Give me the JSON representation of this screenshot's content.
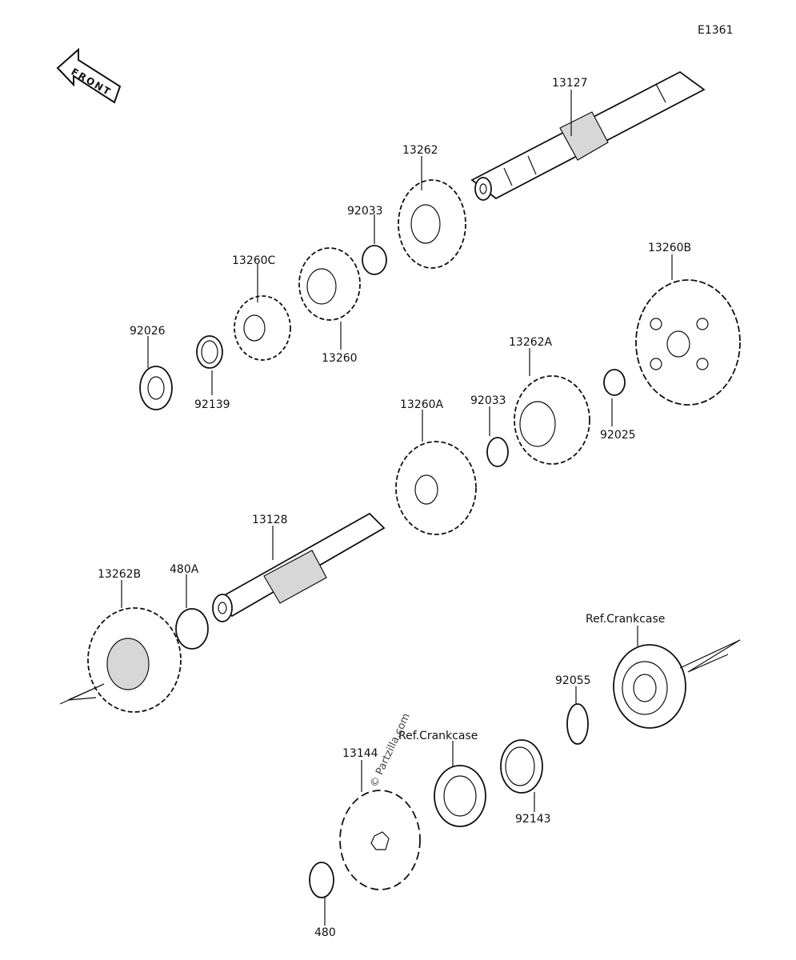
{
  "diagram": {
    "code": "E1361",
    "front_label": "FRONT",
    "watermark": "© Partzilla.com",
    "parts": [
      {
        "id": "p13127",
        "number": "13127"
      },
      {
        "id": "p13262",
        "number": "13262"
      },
      {
        "id": "p92033a",
        "number": "92033"
      },
      {
        "id": "p13260C",
        "number": "13260C"
      },
      {
        "id": "p13260",
        "number": "13260"
      },
      {
        "id": "p92026",
        "number": "92026"
      },
      {
        "id": "p92139",
        "number": "92139"
      },
      {
        "id": "p13260B",
        "number": "13260B"
      },
      {
        "id": "p13262A",
        "number": "13262A"
      },
      {
        "id": "p92033b",
        "number": "92033"
      },
      {
        "id": "p13260A",
        "number": "13260A"
      },
      {
        "id": "p92025",
        "number": "92025"
      },
      {
        "id": "p13128",
        "number": "13128"
      },
      {
        "id": "p13262B",
        "number": "13262B"
      },
      {
        "id": "p480A",
        "number": "480A"
      },
      {
        "id": "p92055",
        "number": "92055"
      },
      {
        "id": "p13144",
        "number": "13144"
      },
      {
        "id": "p92143",
        "number": "92143"
      },
      {
        "id": "p480",
        "number": "480"
      }
    ],
    "references": [
      {
        "id": "ref1",
        "text": "Ref.Crankcase"
      },
      {
        "id": "ref2",
        "text": "Ref.Crankcase"
      }
    ]
  }
}
